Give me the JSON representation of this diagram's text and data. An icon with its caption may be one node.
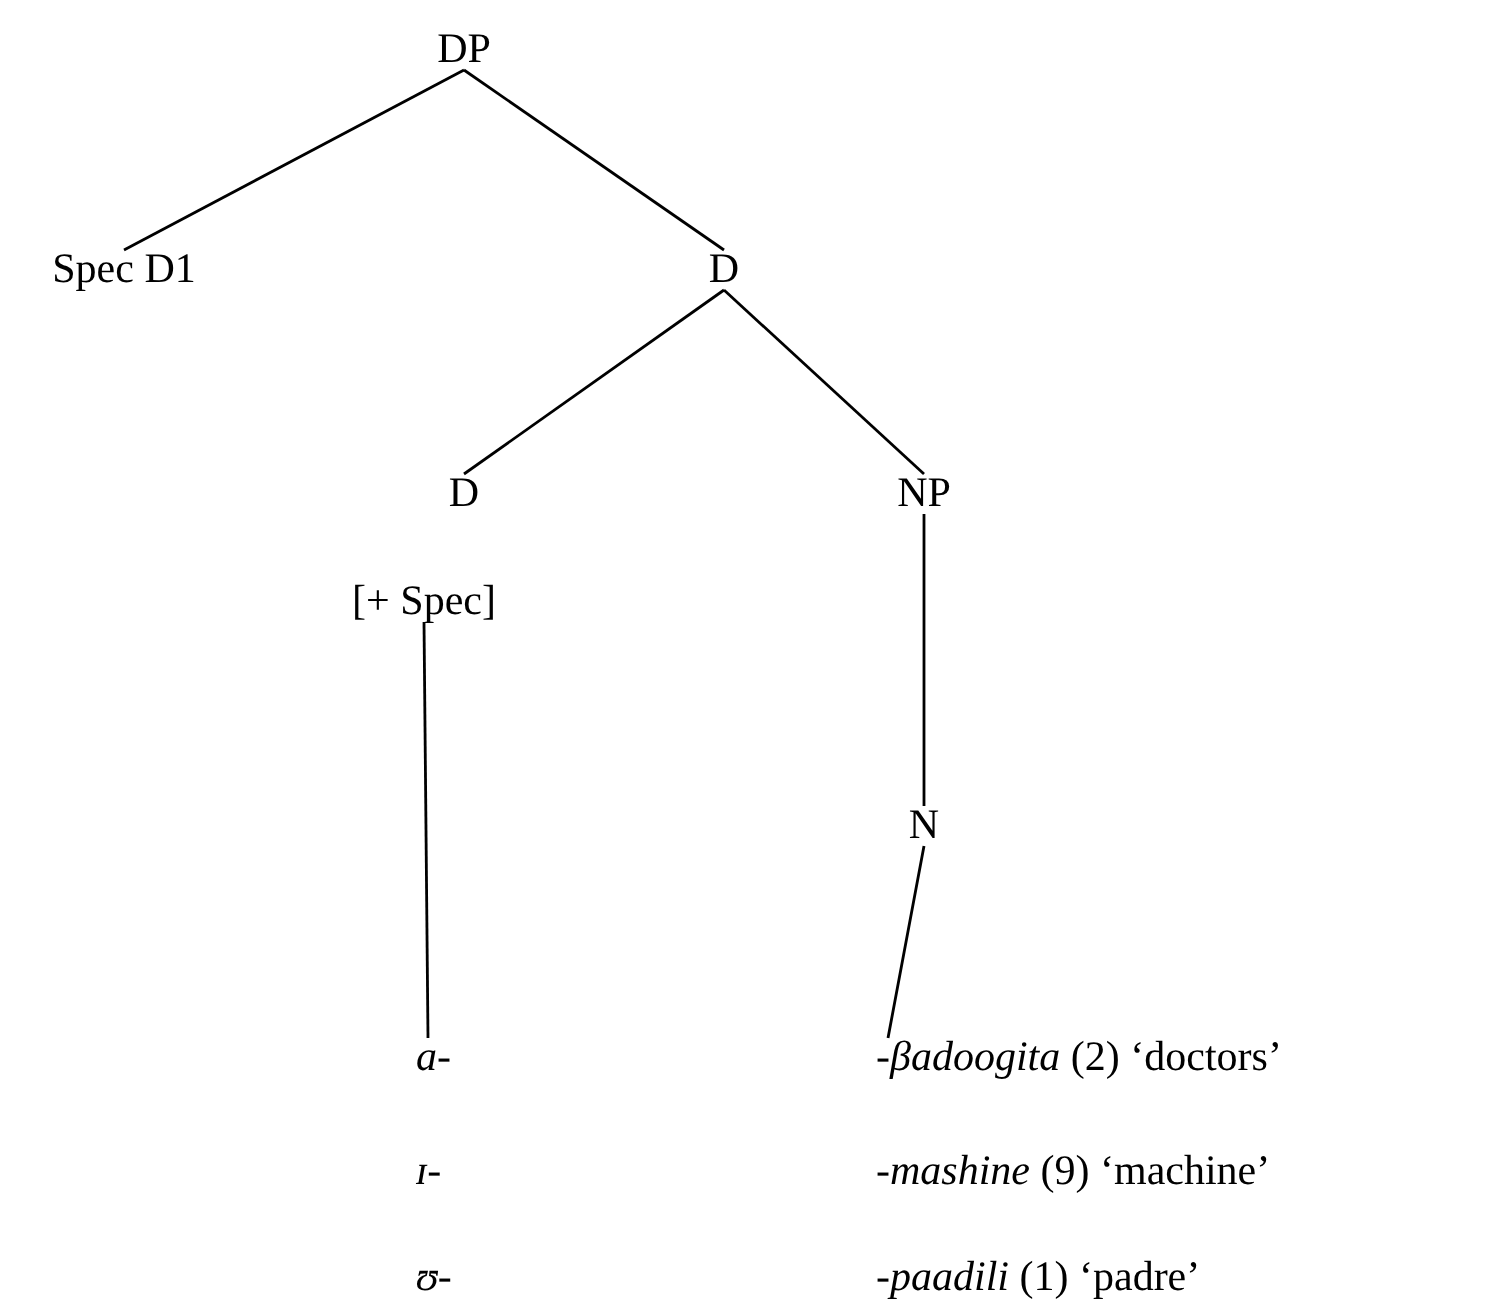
{
  "diagram": {
    "nodes": [
      {
        "text": [
          "DP"
        ]
      },
      {
        "text": [
          "Spec D1"
        ]
      },
      {
        "text": [
          "D"
        ]
      },
      {
        "text": [
          "D"
        ]
      },
      {
        "text": [
          "NP"
        ]
      },
      {
        "text": [
          "[+ Spec]"
        ]
      },
      {
        "text": [
          "N"
        ]
      },
      {
        "text": [
          "*a*-"
        ]
      },
      {
        "text": [
          "-*βadoogita* (2) ‘doctors’"
        ]
      }
    ],
    "edges": [
      {
        "from": 0,
        "to": 1,
        "arrow": "none"
      },
      {
        "from": 0,
        "to": 2,
        "arrow": "none"
      },
      {
        "from": 2,
        "to": 3,
        "arrow": "none"
      },
      {
        "from": 2,
        "to": 4,
        "arrow": "none"
      },
      {
        "from": 4,
        "to": 6,
        "arrow": "none"
      },
      {
        "from": 5,
        "to": 7,
        "arrow": "none"
      },
      {
        "from": 6,
        "to": 8,
        "arrow": "none"
      }
    ],
    "labels": [
      "*ɪ*-",
      "-*mashine* (9) ‘machine’",
      "*ʊ*-",
      "-*paadili* (1) ‘padre’"
    ]
  }
}
